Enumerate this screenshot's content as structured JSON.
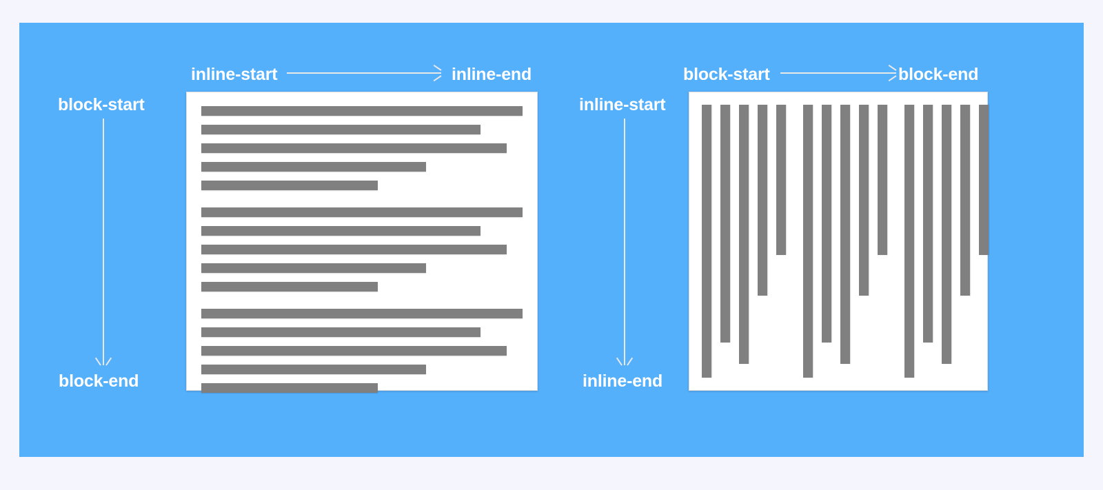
{
  "diagram": {
    "title": "CSS logical properties: inline and block directions",
    "background_color": "#f5f5fd",
    "panel_color": "#55b0fc",
    "text_color": "#ffffff",
    "line_color": "#808080",
    "box_color": "#ffffff",
    "arrow_color": "#e9e9e9"
  },
  "left_figure": {
    "name": "horizontal-tb-writing-mode",
    "top_axis": {
      "start_label": "inline-start",
      "end_label": "inline-end",
      "direction": "left-to-right"
    },
    "side_axis": {
      "start_label": "block-start",
      "end_label": "block-end",
      "direction": "top-to-bottom"
    },
    "paragraphs": [
      {
        "lines": [
          100,
          87,
          95,
          70,
          55
        ]
      },
      {
        "lines": [
          100,
          87,
          95,
          70,
          55
        ]
      },
      {
        "lines": [
          100,
          87,
          95,
          70,
          55
        ]
      }
    ]
  },
  "right_figure": {
    "name": "vertical-rl-writing-mode",
    "top_axis": {
      "start_label": "block-start",
      "end_label": "block-end",
      "direction": "left-to-right"
    },
    "side_axis": {
      "start_label": "inline-start",
      "end_label": "inline-end",
      "direction": "top-to-bottom"
    },
    "paragraphs": [
      {
        "lines": [
          100,
          87,
          95,
          70,
          55
        ]
      },
      {
        "lines": [
          100,
          87,
          95,
          70,
          55
        ]
      },
      {
        "lines": [
          100,
          87,
          95,
          70,
          55
        ]
      }
    ]
  }
}
